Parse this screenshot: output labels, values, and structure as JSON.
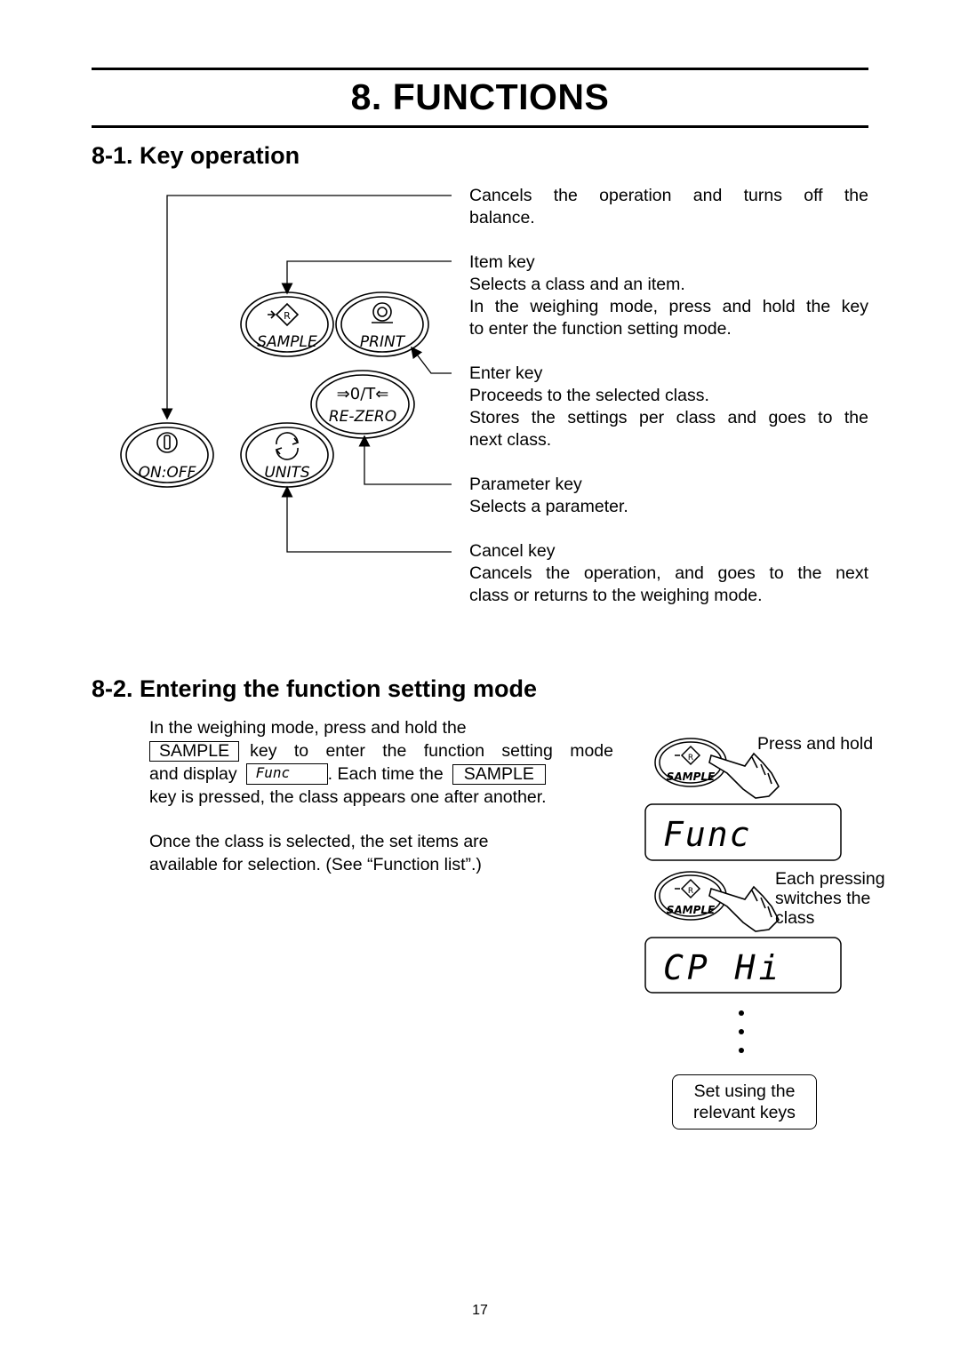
{
  "chapter_title": "8. FUNCTIONS",
  "section1": {
    "title": "8-1. Key operation",
    "items": [
      {
        "lines": [
          "Cancels the operation and turns off the",
          "balance."
        ]
      },
      {
        "lines": [
          "Item key",
          "Selects a class and an item.",
          "In the weighing mode, press and hold the key",
          "to enter the function setting mode."
        ]
      },
      {
        "lines": [
          "Enter key",
          "Proceeds to the selected class.",
          "Stores the settings per class and goes to the",
          "next class."
        ]
      },
      {
        "lines": [
          "Parameter key",
          "Selects a parameter."
        ]
      },
      {
        "lines": [
          "Cancel key",
          "Cancels the operation, and goes to the next",
          "class or returns to the weighing mode."
        ]
      }
    ],
    "key_labels": {
      "sample": "SAMPLE",
      "print": "PRINT",
      "rezero": "RE-ZERO",
      "rezero_symbol": "⇒0/T⇐",
      "onoff": "ON:OFF",
      "units": "UNITS",
      "r_symbol": "R"
    }
  },
  "section2": {
    "title": "8-2. Entering the function setting mode",
    "para1_line1": "In the weighing mode, press and hold the",
    "key_sample": "SAMPLE",
    "para1_line2_rest": "key to enter the function setting mode",
    "para1_line3_pre": "and display",
    "display_func": "Func",
    "para1_line3_mid": ". Each time the",
    "para1_line4": "key is pressed, the class appears one after another.",
    "para2_line1": "Once the class is selected, the set items are",
    "para2_line2": "available for selection. (See “Function list”.)"
  },
  "flow": {
    "press_and_hold": "Press and hold",
    "sample_label": "SAMPLE",
    "r_symbol": "R",
    "lcd1": "Func",
    "each_pressing": [
      "Each pressing",
      "switches the",
      "class"
    ],
    "lcd2": "CP Hi",
    "set_using": [
      "Set using the",
      "relevant keys"
    ]
  },
  "page_number": "17"
}
